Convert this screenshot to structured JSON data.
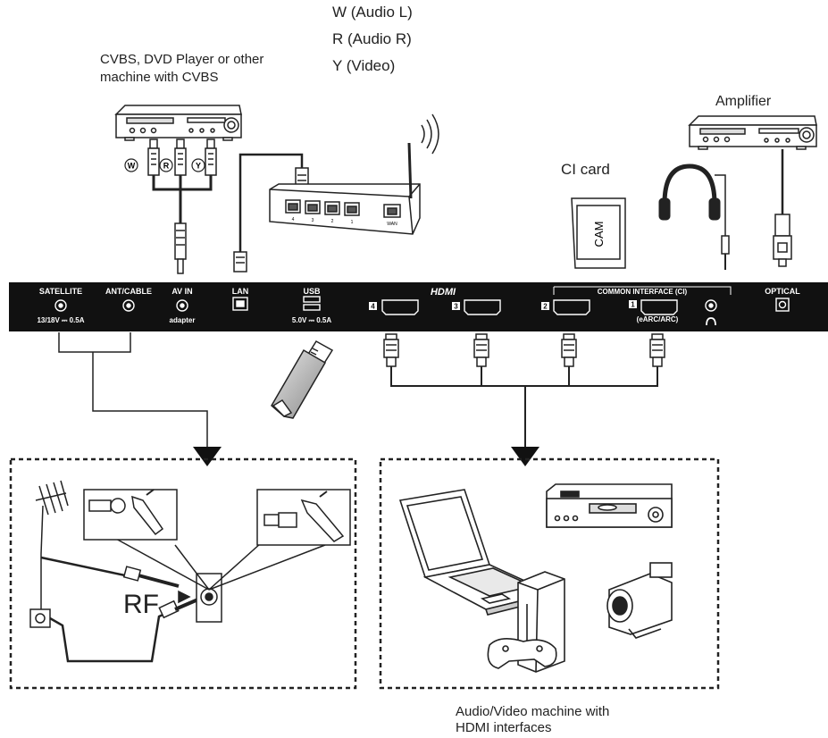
{
  "labels": {
    "cvbs_line1": "CVBS, DVD Player or other",
    "cvbs_line2": "machine with CVBS",
    "w_audio": "W (Audio L)",
    "r_audio": "R (Audio R)",
    "y_video": "Y (Video)",
    "amplifier": "Amplifier",
    "ci_card": "CI card",
    "cam": "CAM",
    "rf": "RF",
    "hdmi_machine_line1": "Audio/Video machine with",
    "hdmi_machine_line2": "HDMI interfaces"
  },
  "rca": {
    "w": "W",
    "r": "R",
    "y": "Y"
  },
  "panel": {
    "satellite": "SATELLITE",
    "satellite_power": "13/18V ⎓ 0.5A",
    "ant_cable": "ANT/CABLE",
    "av_in": "AV IN",
    "av_in_sub": "adapter",
    "lan": "LAN",
    "usb": "USB",
    "usb_power": "5.0V ⎓ 0.5A",
    "hdmi_logo": "HDMI",
    "hdmi4": "4",
    "hdmi3": "3",
    "hdmi2": "2",
    "hdmi1": "1",
    "earc": "(eARC/ARC)",
    "common_interface": "COMMON INTERFACE (CI)",
    "optical": "OPTICAL"
  },
  "router_ports": [
    "4",
    "3",
    "2",
    "1",
    "WAN"
  ],
  "colors": {
    "panel": "#111111",
    "line": "#222222",
    "device_fill": "#ffffff"
  }
}
